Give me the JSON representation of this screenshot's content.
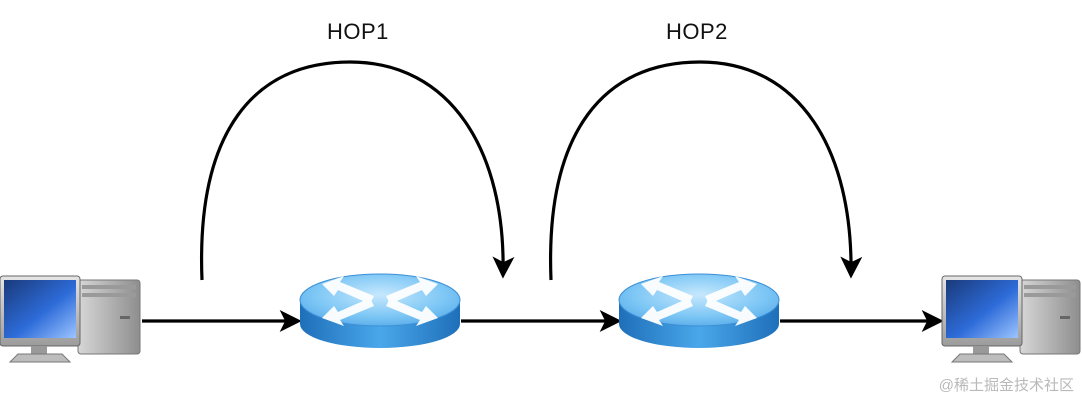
{
  "labels": {
    "hop1": "HOP1",
    "hop2": "HOP2"
  },
  "watermark": "@稀土掘金技术社区",
  "nodes": [
    {
      "id": "source-computer",
      "type": "computer"
    },
    {
      "id": "router-1",
      "type": "router"
    },
    {
      "id": "router-2",
      "type": "router"
    },
    {
      "id": "destination-computer",
      "type": "computer"
    }
  ],
  "edges": [
    {
      "from": "source-computer",
      "to": "router-1"
    },
    {
      "from": "router-1",
      "to": "router-2"
    },
    {
      "from": "router-2",
      "to": "destination-computer"
    }
  ],
  "colors": {
    "router_top": "#7cc6f5",
    "router_side": "#2f86d0",
    "arrow": "#000000"
  }
}
